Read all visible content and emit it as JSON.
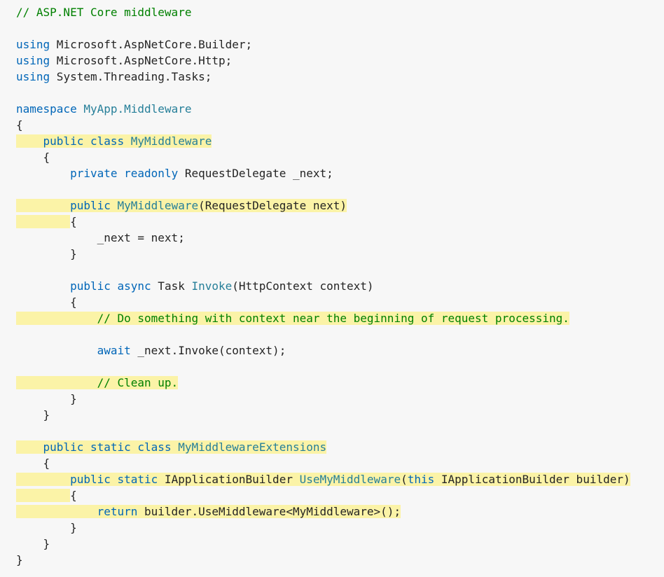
{
  "editor": {
    "background": "#f7f7f7",
    "highlight_color": "#fbf3a7",
    "colors": {
      "keyword": "#0066b8",
      "type": "#267f99",
      "comment": "#008000",
      "plain": "#242424"
    },
    "lines": [
      {
        "s": [
          {
            "t": "// ASP.NET Core middleware",
            "c": "comment"
          }
        ]
      },
      {
        "s": []
      },
      {
        "s": [
          {
            "t": "using",
            "c": "keyword"
          },
          {
            "t": " Microsoft.AspNetCore.Builder;",
            "c": "plain"
          }
        ]
      },
      {
        "s": [
          {
            "t": "using",
            "c": "keyword"
          },
          {
            "t": " Microsoft.AspNetCore.Http;",
            "c": "plain"
          }
        ]
      },
      {
        "s": [
          {
            "t": "using",
            "c": "keyword"
          },
          {
            "t": " System.Threading.Tasks;",
            "c": "plain"
          }
        ]
      },
      {
        "s": []
      },
      {
        "s": [
          {
            "t": "namespace",
            "c": "keyword"
          },
          {
            "t": " ",
            "c": "plain"
          },
          {
            "t": "MyApp.Middleware",
            "c": "type"
          }
        ]
      },
      {
        "s": [
          {
            "t": "{",
            "c": "plain"
          }
        ]
      },
      {
        "hl": "full",
        "s": [
          {
            "t": "    ",
            "c": "plain"
          },
          {
            "t": "public",
            "c": "keyword"
          },
          {
            "t": " ",
            "c": "plain"
          },
          {
            "t": "class",
            "c": "keyword"
          },
          {
            "t": " ",
            "c": "plain"
          },
          {
            "t": "MyMiddleware",
            "c": "type"
          }
        ]
      },
      {
        "s": [
          {
            "t": "    {",
            "c": "plain"
          }
        ]
      },
      {
        "s": [
          {
            "t": "        ",
            "c": "plain"
          },
          {
            "t": "private",
            "c": "keyword"
          },
          {
            "t": " ",
            "c": "plain"
          },
          {
            "t": "readonly",
            "c": "keyword"
          },
          {
            "t": " RequestDelegate _next;",
            "c": "plain"
          }
        ]
      },
      {
        "s": []
      },
      {
        "hl": "full",
        "s": [
          {
            "t": "        ",
            "c": "plain"
          },
          {
            "t": "public",
            "c": "keyword"
          },
          {
            "t": " ",
            "c": "plain"
          },
          {
            "t": "MyMiddleware",
            "c": "type"
          },
          {
            "t": "(RequestDelegate next)",
            "c": "plain"
          }
        ]
      },
      {
        "hl": "indent",
        "s": [
          {
            "t": "        ",
            "c": "plain"
          },
          {
            "t": "{",
            "c": "plain"
          }
        ]
      },
      {
        "s": [
          {
            "t": "            _next = next;",
            "c": "plain"
          }
        ]
      },
      {
        "s": [
          {
            "t": "        }",
            "c": "plain"
          }
        ]
      },
      {
        "s": []
      },
      {
        "s": [
          {
            "t": "        ",
            "c": "plain"
          },
          {
            "t": "public",
            "c": "keyword"
          },
          {
            "t": " ",
            "c": "plain"
          },
          {
            "t": "async",
            "c": "keyword"
          },
          {
            "t": " Task ",
            "c": "plain"
          },
          {
            "t": "Invoke",
            "c": "type"
          },
          {
            "t": "(HttpContext context)",
            "c": "plain"
          }
        ]
      },
      {
        "s": [
          {
            "t": "        {",
            "c": "plain"
          }
        ]
      },
      {
        "hl": "full",
        "s": [
          {
            "t": "            ",
            "c": "plain"
          },
          {
            "t": "// Do something with context near the beginning of request processing.",
            "c": "comment"
          }
        ]
      },
      {
        "s": []
      },
      {
        "s": [
          {
            "t": "            ",
            "c": "plain"
          },
          {
            "t": "await",
            "c": "keyword"
          },
          {
            "t": " _next.Invoke(context);",
            "c": "plain"
          }
        ]
      },
      {
        "s": []
      },
      {
        "hl": "full",
        "s": [
          {
            "t": "            ",
            "c": "plain"
          },
          {
            "t": "// Clean up.",
            "c": "comment"
          }
        ]
      },
      {
        "s": [
          {
            "t": "        }",
            "c": "plain"
          }
        ]
      },
      {
        "s": [
          {
            "t": "    }",
            "c": "plain"
          }
        ]
      },
      {
        "s": []
      },
      {
        "hl": "full",
        "s": [
          {
            "t": "    ",
            "c": "plain"
          },
          {
            "t": "public",
            "c": "keyword"
          },
          {
            "t": " ",
            "c": "plain"
          },
          {
            "t": "static",
            "c": "keyword"
          },
          {
            "t": " ",
            "c": "plain"
          },
          {
            "t": "class",
            "c": "keyword"
          },
          {
            "t": " ",
            "c": "plain"
          },
          {
            "t": "MyMiddlewareExtensions",
            "c": "type"
          }
        ]
      },
      {
        "s": [
          {
            "t": "    {",
            "c": "plain"
          }
        ]
      },
      {
        "hl": "full",
        "s": [
          {
            "t": "        ",
            "c": "plain"
          },
          {
            "t": "public",
            "c": "keyword"
          },
          {
            "t": " ",
            "c": "plain"
          },
          {
            "t": "static",
            "c": "keyword"
          },
          {
            "t": " IApplicationBuilder ",
            "c": "plain"
          },
          {
            "t": "UseMyMiddleware",
            "c": "type"
          },
          {
            "t": "(",
            "c": "plain"
          },
          {
            "t": "this",
            "c": "keyword"
          },
          {
            "t": " IApplicationBuilder builder)",
            "c": "plain"
          }
        ]
      },
      {
        "hl": "indent",
        "s": [
          {
            "t": "        ",
            "c": "plain"
          },
          {
            "t": "{",
            "c": "plain"
          }
        ]
      },
      {
        "hl": "full",
        "s": [
          {
            "t": "            ",
            "c": "plain"
          },
          {
            "t": "return",
            "c": "keyword"
          },
          {
            "t": " builder.UseMiddleware<MyMiddleware>();",
            "c": "plain"
          }
        ]
      },
      {
        "s": [
          {
            "t": "        }",
            "c": "plain"
          }
        ]
      },
      {
        "s": [
          {
            "t": "    }",
            "c": "plain"
          }
        ]
      },
      {
        "s": [
          {
            "t": "}",
            "c": "plain"
          }
        ]
      }
    ]
  }
}
